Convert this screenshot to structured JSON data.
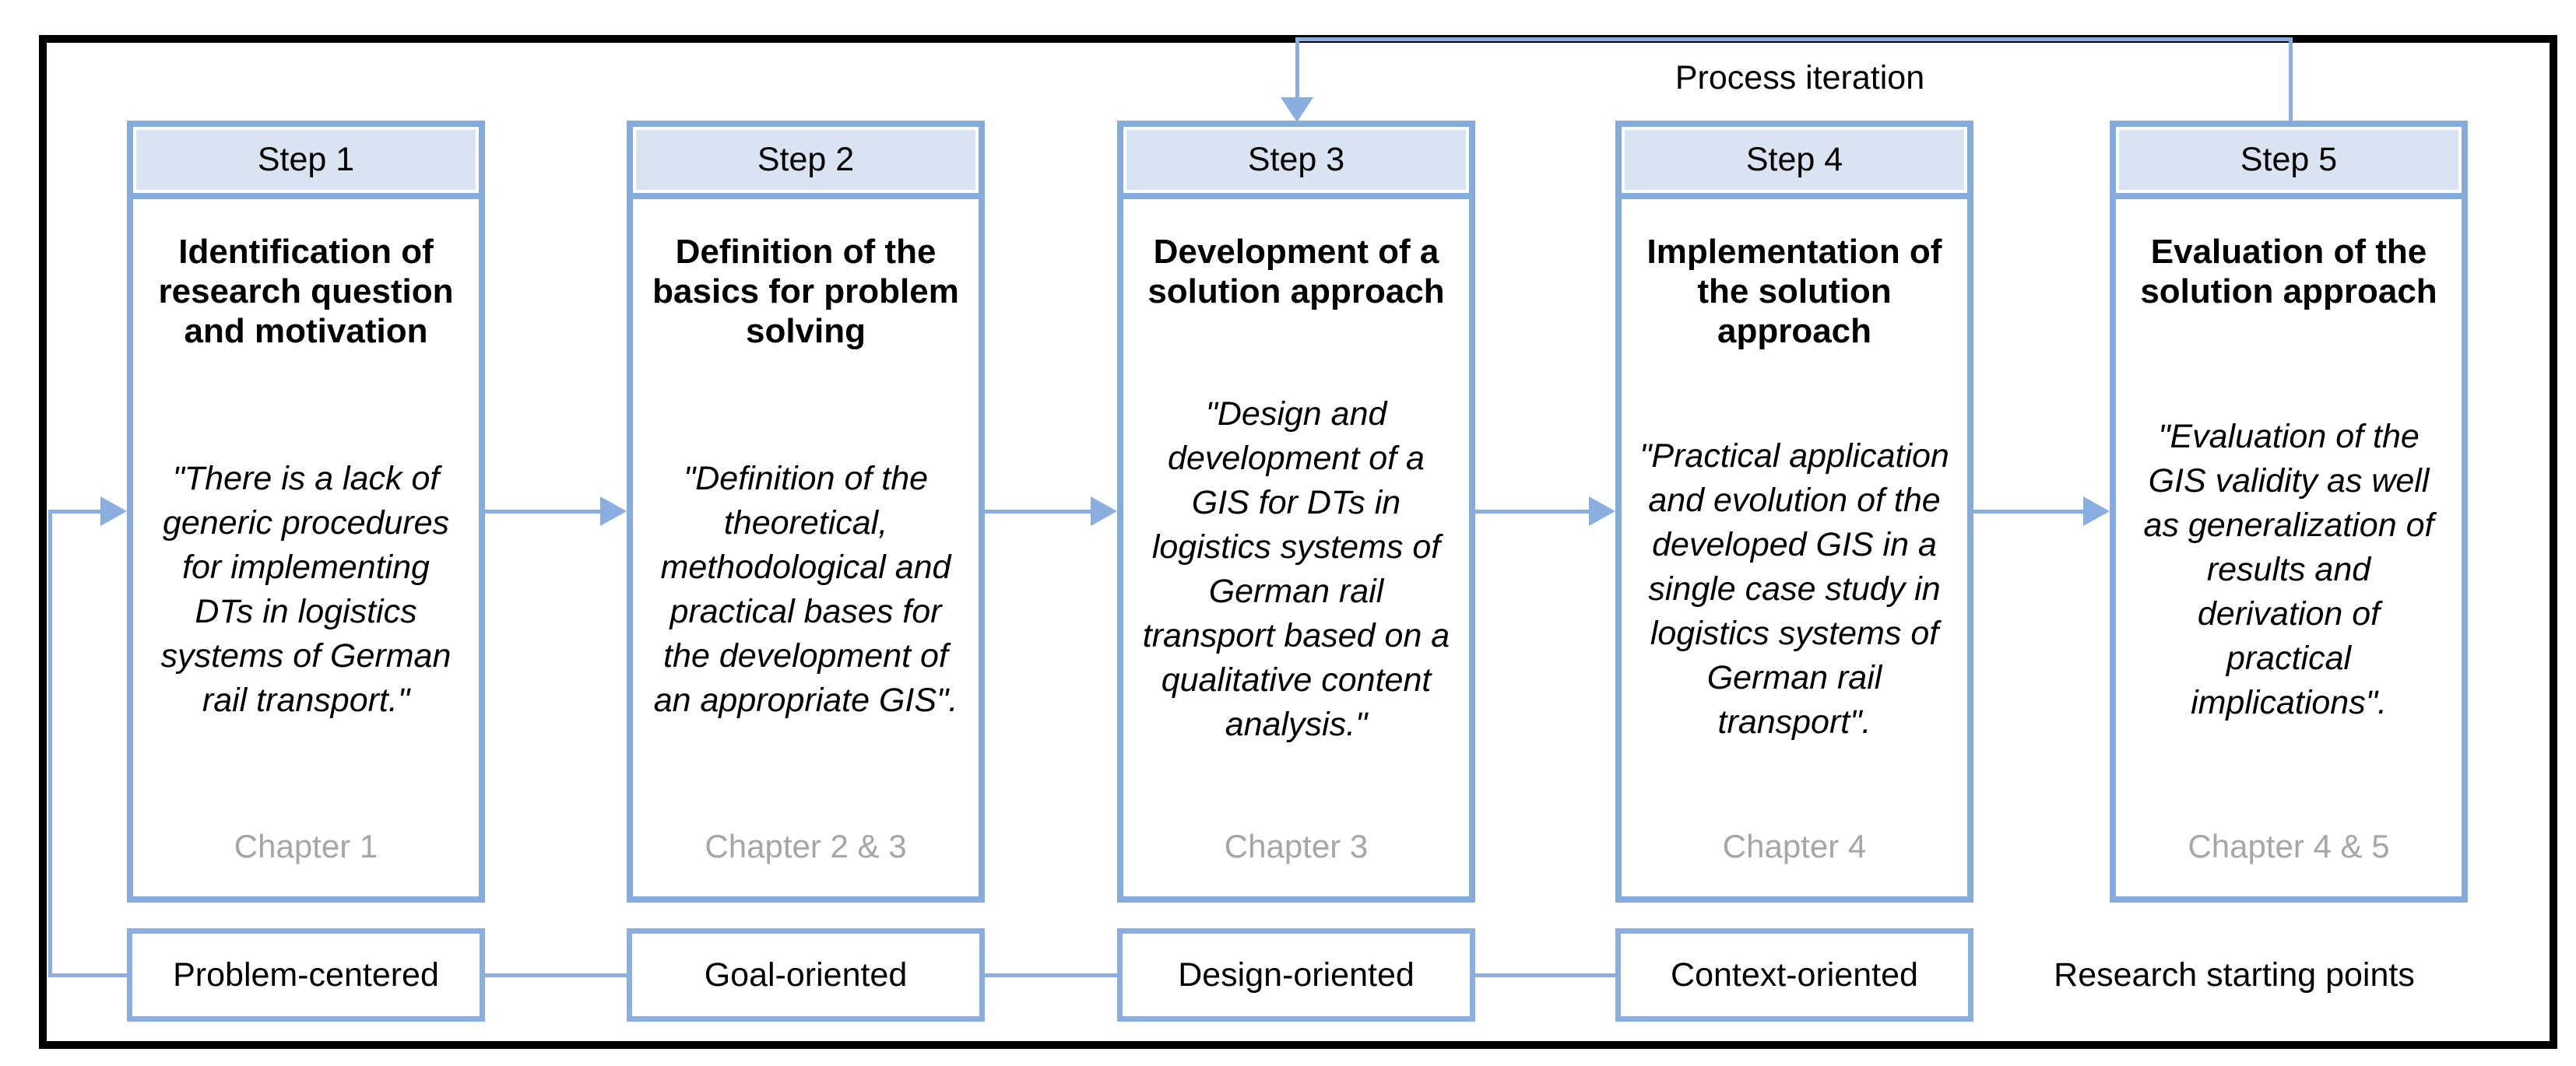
{
  "figure": {
    "iteration_label": "Process iteration",
    "caption": "Research starting points"
  },
  "colors": {
    "frame_black": "#000000",
    "card_border_blue": "#85ABDC",
    "header_fill_blue": "#DAE3F2",
    "connector_blue": "#8AAEE0",
    "chapter_gray": "#A6A6A6"
  },
  "steps": [
    {
      "header": "Step 1",
      "title": "Identification of research question and motivation",
      "quote": "\"There is a lack of generic procedures for implementing DTs in logistics systems of German rail transport.\"",
      "chapter": "Chapter 1"
    },
    {
      "header": "Step 2",
      "title": "Definition of the basics for problem solving",
      "quote": "\"Definition of the theoretical, methodological and practical bases for the development of an appropriate GIS\".",
      "chapter": "Chapter 2 & 3"
    },
    {
      "header": "Step 3",
      "title": "Development of a solution approach",
      "quote": "\"Design and development of a GIS for DTs in logistics systems of German rail transport based on a qualitative content analysis.\"",
      "chapter": "Chapter 3"
    },
    {
      "header": "Step 4",
      "title": "Implementation of the solution approach",
      "quote": "\"Practical application and evolution of the developed GIS in a single case study in logistics systems of German rail transport\".",
      "chapter": "Chapter 4"
    },
    {
      "header": "Step 5",
      "title": "Evaluation of the solution approach",
      "quote": "\"Evaluation of the GIS validity as well as generalization of results and derivation of practical implications\".",
      "chapter": "Chapter 4 & 5"
    }
  ],
  "starting_points": {
    "boxes": [
      "Problem-centered",
      "Goal-oriented",
      "Design-oriented",
      "Context-oriented"
    ]
  }
}
